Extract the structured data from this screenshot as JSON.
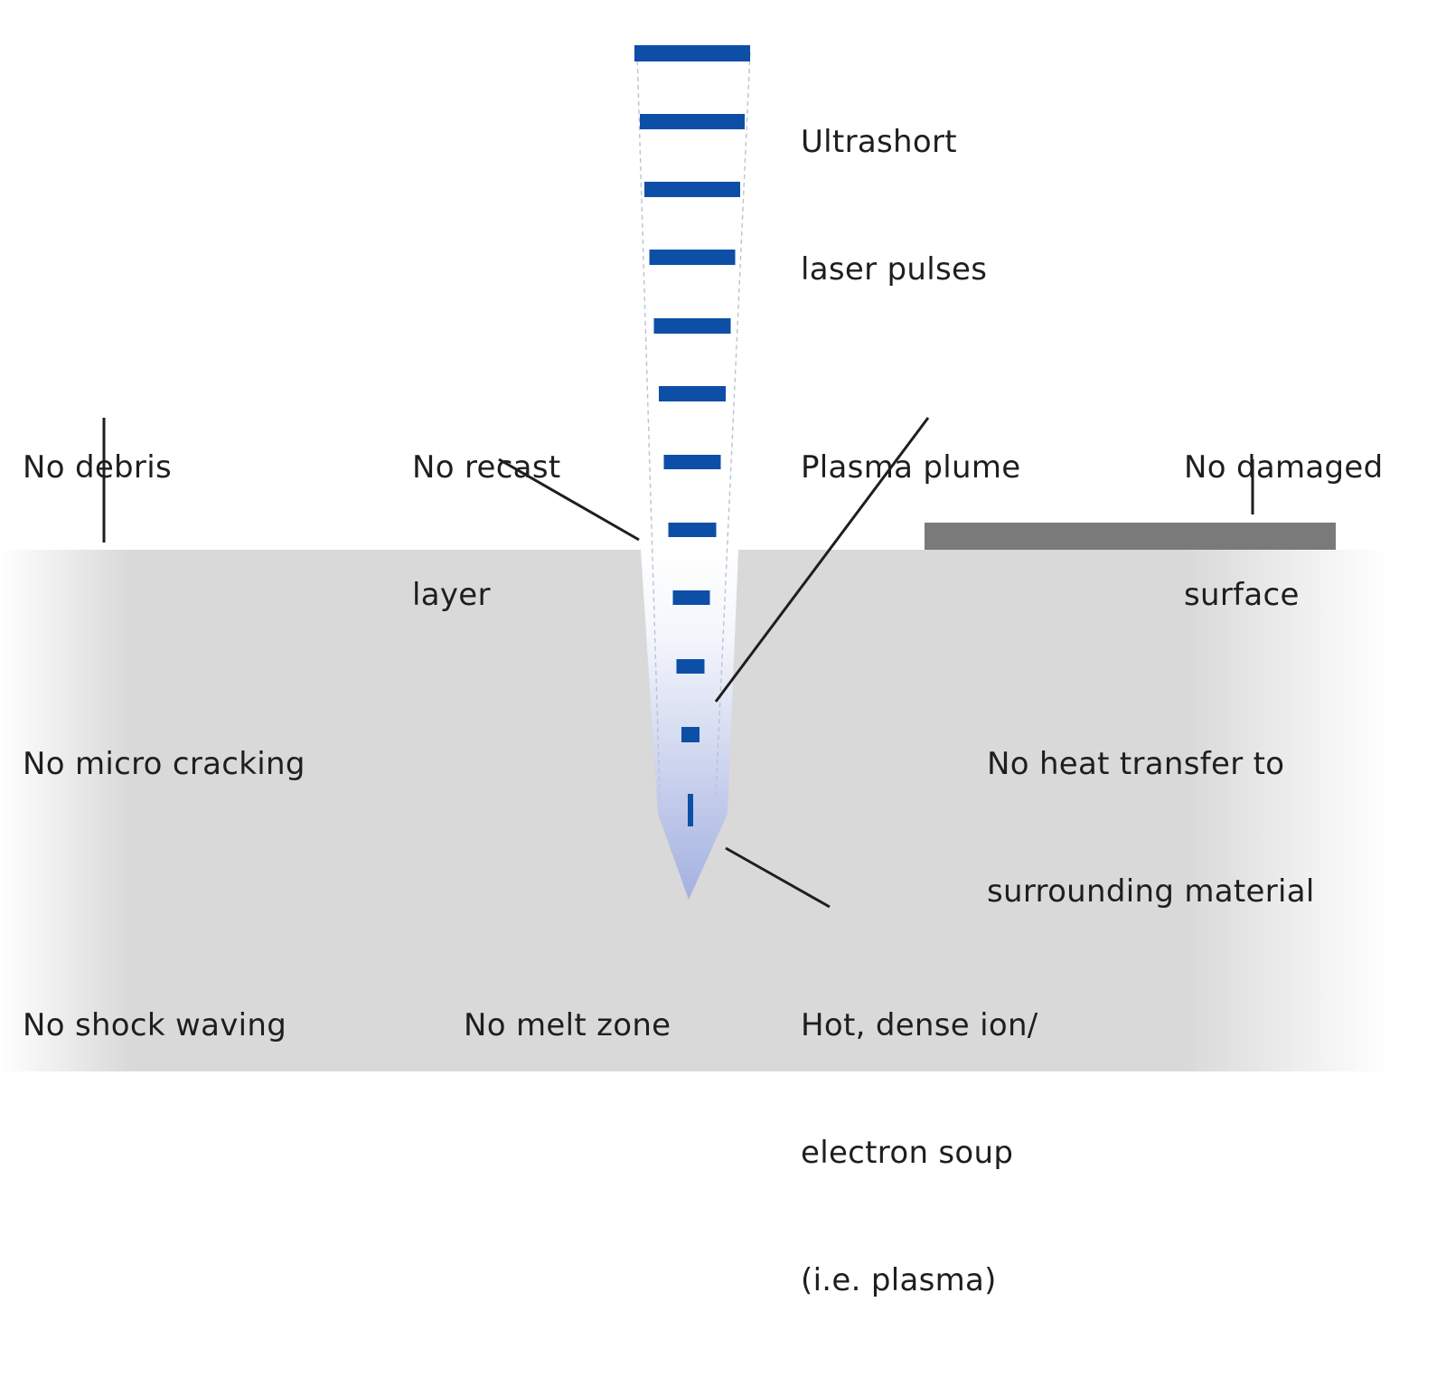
{
  "diagram": {
    "colors": {
      "pulse": "#0d4fa6",
      "material": "#d9d9d9",
      "damaged_surface": "#7a7a7a",
      "plasma": "#a9b5e2",
      "leader": "#1e1e1e"
    },
    "labels": {
      "pulses": [
        "Ultrashort",
        "laser pulses"
      ],
      "no_debris": [
        "No debris"
      ],
      "no_recast": [
        "No recast",
        "layer"
      ],
      "plasma_plume": [
        "Plasma plume"
      ],
      "no_damaged": [
        "No damaged",
        "surface"
      ],
      "no_micro_cracking": [
        "No micro cracking"
      ],
      "no_heat_transfer": [
        "No heat transfer to",
        "surrounding material"
      ],
      "no_shock": [
        "No shock waving"
      ],
      "no_melt": [
        "No melt zone"
      ],
      "hot_dense": [
        "Hot, dense ion/",
        "electron soup",
        "(i.e. plasma)"
      ]
    }
  }
}
